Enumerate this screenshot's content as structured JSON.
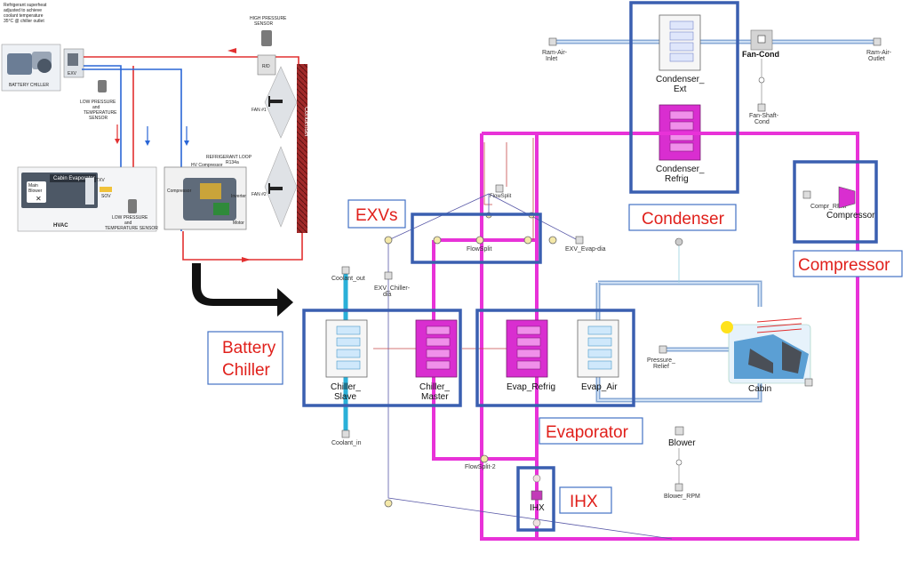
{
  "callouts": {
    "exvs": "EXVs",
    "condenser": "Condenser",
    "compressor": "Compressor",
    "battery_chiller_line1": "Battery",
    "battery_chiller_line2": "Chiller",
    "evaporator": "Evaporator",
    "ihx": "IHX"
  },
  "components": {
    "ram_air_inlet": "Ram-Air-\nInlet",
    "fan_cond": "Fan-Cond",
    "ram_air_outlet": "Ram-Air-\nOutlet",
    "fan_shaft_cond": "Fan-Shaft-\nCond",
    "condenser_ext": "Condenser_\nExt",
    "condenser_refrig": "Condenser_\nRefrig",
    "compr_rpm": "Compr_RPM",
    "compressor": "Compressor",
    "flowsplit": "FlowSplit",
    "flowsplit_top": "FlowSplit",
    "exv_evap_dia": "EXV_Evap-dia",
    "exv_chiller_dia": "EXV_Chiller-\ndia",
    "coolant_out": "Coolant_out",
    "coolant_in": "Coolant_in",
    "chiller_slave": "Chiller_\nSlave",
    "chiller_master": "Chiller_\nMaster",
    "evap_refrig": "Evap_Refrig",
    "evap_air": "Evap_Air",
    "pressure_relief": "Pressure_\nRelief",
    "cabin": "Cabin",
    "blower": "Blower",
    "blower_rpm": "Blower_RPM",
    "flowsplit_2": "FlowSplit-2",
    "ihx": "IHX"
  },
  "schematic": {
    "refrigerant_note": "Refrigerant superheat\nadjusted to achieve\ncoolant temperature\n35°C @ chiller outlet",
    "battery_chiller": "BATTERY CHILLER",
    "exv": "EXV",
    "high_pressure_sensor": "HIGH PRESSURE\nSENSOR",
    "rd": "R/D",
    "low_pressure_sensor_1": "LOW PRESSURE\nand\nTEMPERATURE\nSENSOR",
    "fan1": "FAN #1",
    "fan2": "FAN #2",
    "condenser_vertical": "Condenser",
    "refrigerant_loop": "REFRIGERANT LOOP\nR134a",
    "hv_compressor": "HV Compressor",
    "compressor_part": "Compressor",
    "inverter": "Inverter",
    "motor": "Motor",
    "cabin_evaporator": "Cabin Evaporator",
    "main_blower": "Main\nBlower",
    "sov": "SOV",
    "txv": "TXV",
    "hvac": "HVAC",
    "low_pressure_sensor_2": "LOW PRESSURE\nand\nTEMPERATURE SENSOR"
  },
  "colors": {
    "refrigerant_loop": "#e832d8",
    "air_loop": "#88aad6",
    "callout_border": "#4472c4",
    "callout_text": "#e0201b",
    "selection_box": "#3a5fb0"
  }
}
